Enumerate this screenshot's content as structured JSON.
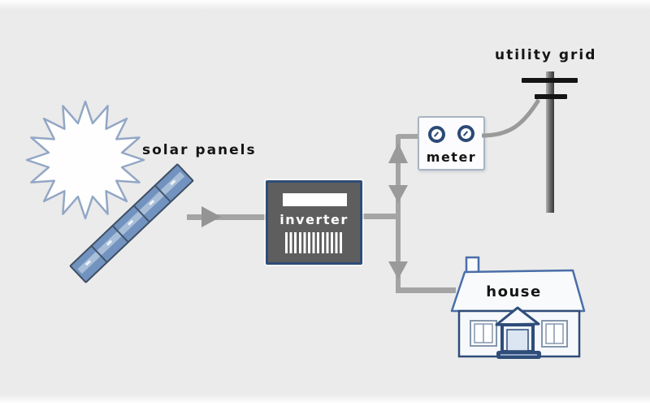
{
  "diagram": {
    "type": "flow-diagram",
    "subject": "grid-tied solar power system",
    "labels": {
      "solar_panels": "solar panels",
      "inverter": "inverter",
      "meter": "meter",
      "utility_grid": "utility grid",
      "house": "house"
    },
    "nodes": [
      {
        "id": "sun",
        "icon": "sun-icon"
      },
      {
        "id": "solar-panels",
        "icon": "solar-panel-icon",
        "label": "solar panels"
      },
      {
        "id": "inverter",
        "icon": "inverter-box-icon",
        "label": "inverter"
      },
      {
        "id": "meter",
        "icon": "meter-box-icon",
        "label": "meter"
      },
      {
        "id": "utility-grid",
        "icon": "utility-pole-icon",
        "label": "utility grid"
      },
      {
        "id": "house",
        "icon": "house-icon",
        "label": "house"
      }
    ],
    "connections": [
      {
        "from": "solar-panels",
        "to": "inverter",
        "arrow": "right"
      },
      {
        "from": "inverter",
        "to": "junction",
        "arrow": "none"
      },
      {
        "from": "junction",
        "to": "meter",
        "arrow": "up"
      },
      {
        "from": "meter",
        "to": "junction",
        "arrow": "down"
      },
      {
        "from": "junction",
        "to": "house",
        "arrow": "down"
      },
      {
        "from": "meter",
        "to": "utility-grid",
        "arrow": "none",
        "style": "curved"
      }
    ],
    "colors": {
      "background": "#ebebeb",
      "connector_gray": "#a4a4a4",
      "arrow_gray": "#999999",
      "panel_blue": "#7293bf",
      "panel_light_blue": "#a9bfd9",
      "inverter_fill": "#5e5e5e",
      "navy_border": "#2e4d78",
      "house_stroke": "#4a6ea8",
      "meter_border": "#a9b3c3",
      "pole_dark": "#383838",
      "crossbar_black": "#141414",
      "sun_outline": "#93a7c5",
      "label_black": "#151515"
    }
  }
}
